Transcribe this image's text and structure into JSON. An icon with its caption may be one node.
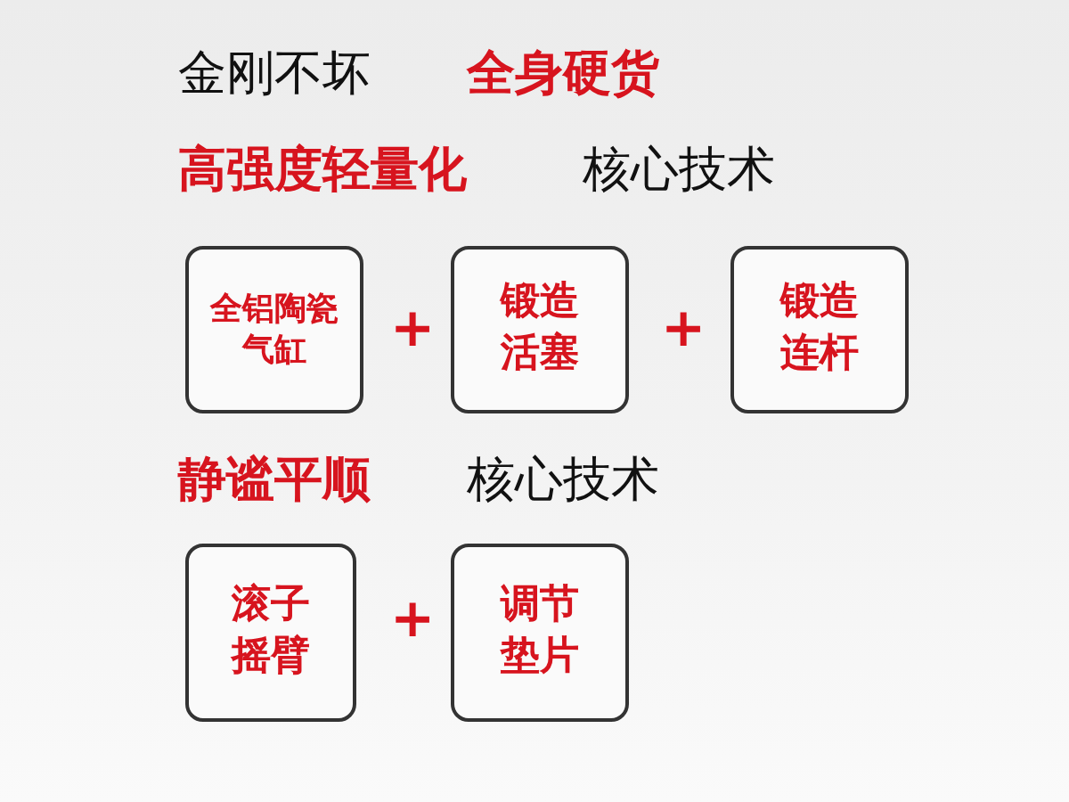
{
  "diagram": {
    "nodes": [
      {
        "text": [
          "全铝陶瓷气缸"
        ]
      },
      {
        "text": [
          "锻造活塞"
        ]
      },
      {
        "text": [
          "锻造连杆"
        ]
      },
      {
        "text": [
          "滚子摇臂"
        ]
      },
      {
        "text": [
          "调节垫片"
        ]
      }
    ],
    "labels": [
      "金刚不坏",
      "全身硬货",
      "高强度轻量化",
      "核心技术",
      "+",
      "+",
      "静谧平顺",
      "核心技术",
      "+"
    ]
  }
}
